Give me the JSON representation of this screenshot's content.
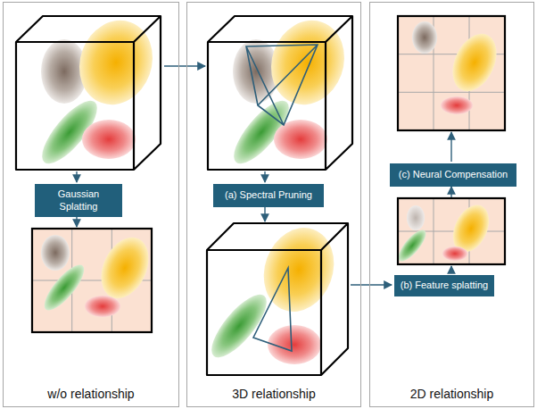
{
  "diagram": {
    "nodes": [
      {
        "text": [
          "w/o relationship"
        ]
      },
      {
        "text": [
          "Gaussian Splatting"
        ],
        "in": 0
      },
      {
        "text": [
          "3D relationship"
        ]
      },
      {
        "text": [
          "(a) Spectral Pruning"
        ],
        "in": 2
      },
      {
        "text": [
          "2D relationship"
        ]
      },
      {
        "text": [
          "(c) Neural Compensation"
        ],
        "in": 4
      },
      {
        "text": [
          "(b) Feature splatting"
        ],
        "in": 4
      }
    ]
  }
}
